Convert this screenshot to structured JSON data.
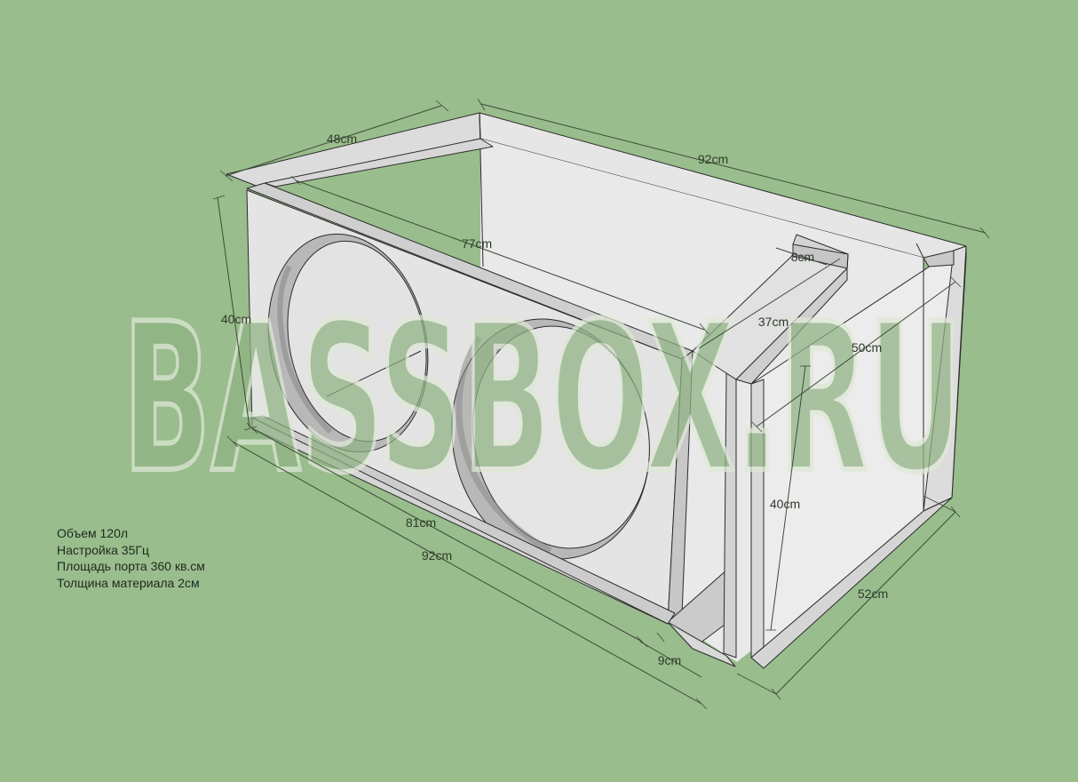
{
  "watermark": "BASSBOX.RU",
  "dimensions": {
    "top_depth": "48cm",
    "top_length": "92cm",
    "inner_length": "77cm",
    "front_height": "40cm",
    "port_width": "8cm",
    "port_length": "37cm",
    "side_depth": "50cm",
    "side_height": "40cm",
    "base_depth": "52cm",
    "front_inner": "81cm",
    "front_total": "92cm",
    "port_gap": "9cm"
  },
  "specs": [
    "Объем 120л",
    "Настройка 35Гц",
    "Площадь порта 360 кв.см",
    "Толщина материала 2см"
  ],
  "colors": {
    "background": "#99bd8c",
    "panel_light": "#ededed",
    "panel_mid": "#d9d9d9",
    "panel_dark": "#bdbdbd",
    "watermark_fill": "#8fb283",
    "watermark_stroke": "#dfe9d7"
  }
}
